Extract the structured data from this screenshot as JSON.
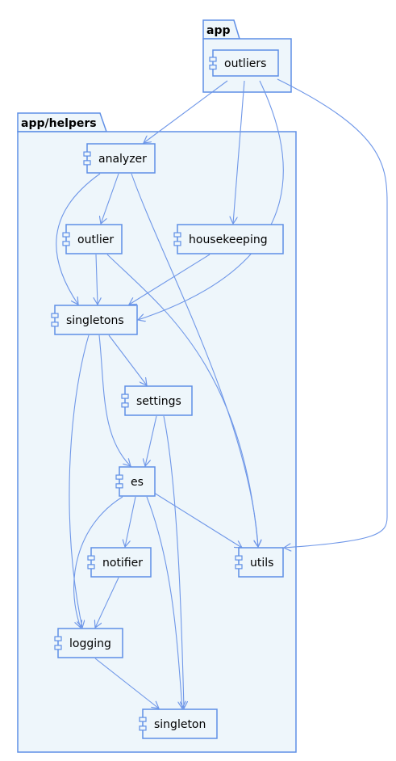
{
  "packages": [
    {
      "id": "app",
      "label": "app"
    },
    {
      "id": "helpers",
      "label": "app/helpers"
    }
  ],
  "components": [
    {
      "id": "outliers",
      "label": "outliers"
    },
    {
      "id": "analyzer",
      "label": "analyzer"
    },
    {
      "id": "outlier",
      "label": "outlier"
    },
    {
      "id": "housekeeping",
      "label": "housekeeping"
    },
    {
      "id": "singletons",
      "label": "singletons"
    },
    {
      "id": "settings",
      "label": "settings"
    },
    {
      "id": "es",
      "label": "es"
    },
    {
      "id": "notifier",
      "label": "notifier"
    },
    {
      "id": "utils",
      "label": "utils"
    },
    {
      "id": "logging",
      "label": "logging"
    },
    {
      "id": "singleton",
      "label": "singleton"
    }
  ],
  "dependencies": [
    {
      "from": "outliers",
      "to": "analyzer"
    },
    {
      "from": "outliers",
      "to": "housekeeping"
    },
    {
      "from": "outliers",
      "to": "singletons"
    },
    {
      "from": "outliers",
      "to": "utils"
    },
    {
      "from": "analyzer",
      "to": "outlier"
    },
    {
      "from": "analyzer",
      "to": "singletons"
    },
    {
      "from": "analyzer",
      "to": "utils"
    },
    {
      "from": "outlier",
      "to": "singletons"
    },
    {
      "from": "outlier",
      "to": "utils"
    },
    {
      "from": "housekeeping",
      "to": "singletons"
    },
    {
      "from": "singletons",
      "to": "settings"
    },
    {
      "from": "singletons",
      "to": "es"
    },
    {
      "from": "singletons",
      "to": "logging"
    },
    {
      "from": "settings",
      "to": "es"
    },
    {
      "from": "settings",
      "to": "singleton"
    },
    {
      "from": "es",
      "to": "notifier"
    },
    {
      "from": "es",
      "to": "utils"
    },
    {
      "from": "es",
      "to": "logging"
    },
    {
      "from": "es",
      "to": "singleton"
    },
    {
      "from": "notifier",
      "to": "logging"
    },
    {
      "from": "logging",
      "to": "singleton"
    }
  ],
  "colors": {
    "stroke": "#5f8fe6",
    "fill": "#eef6fb",
    "edge": "#6f97e8"
  }
}
